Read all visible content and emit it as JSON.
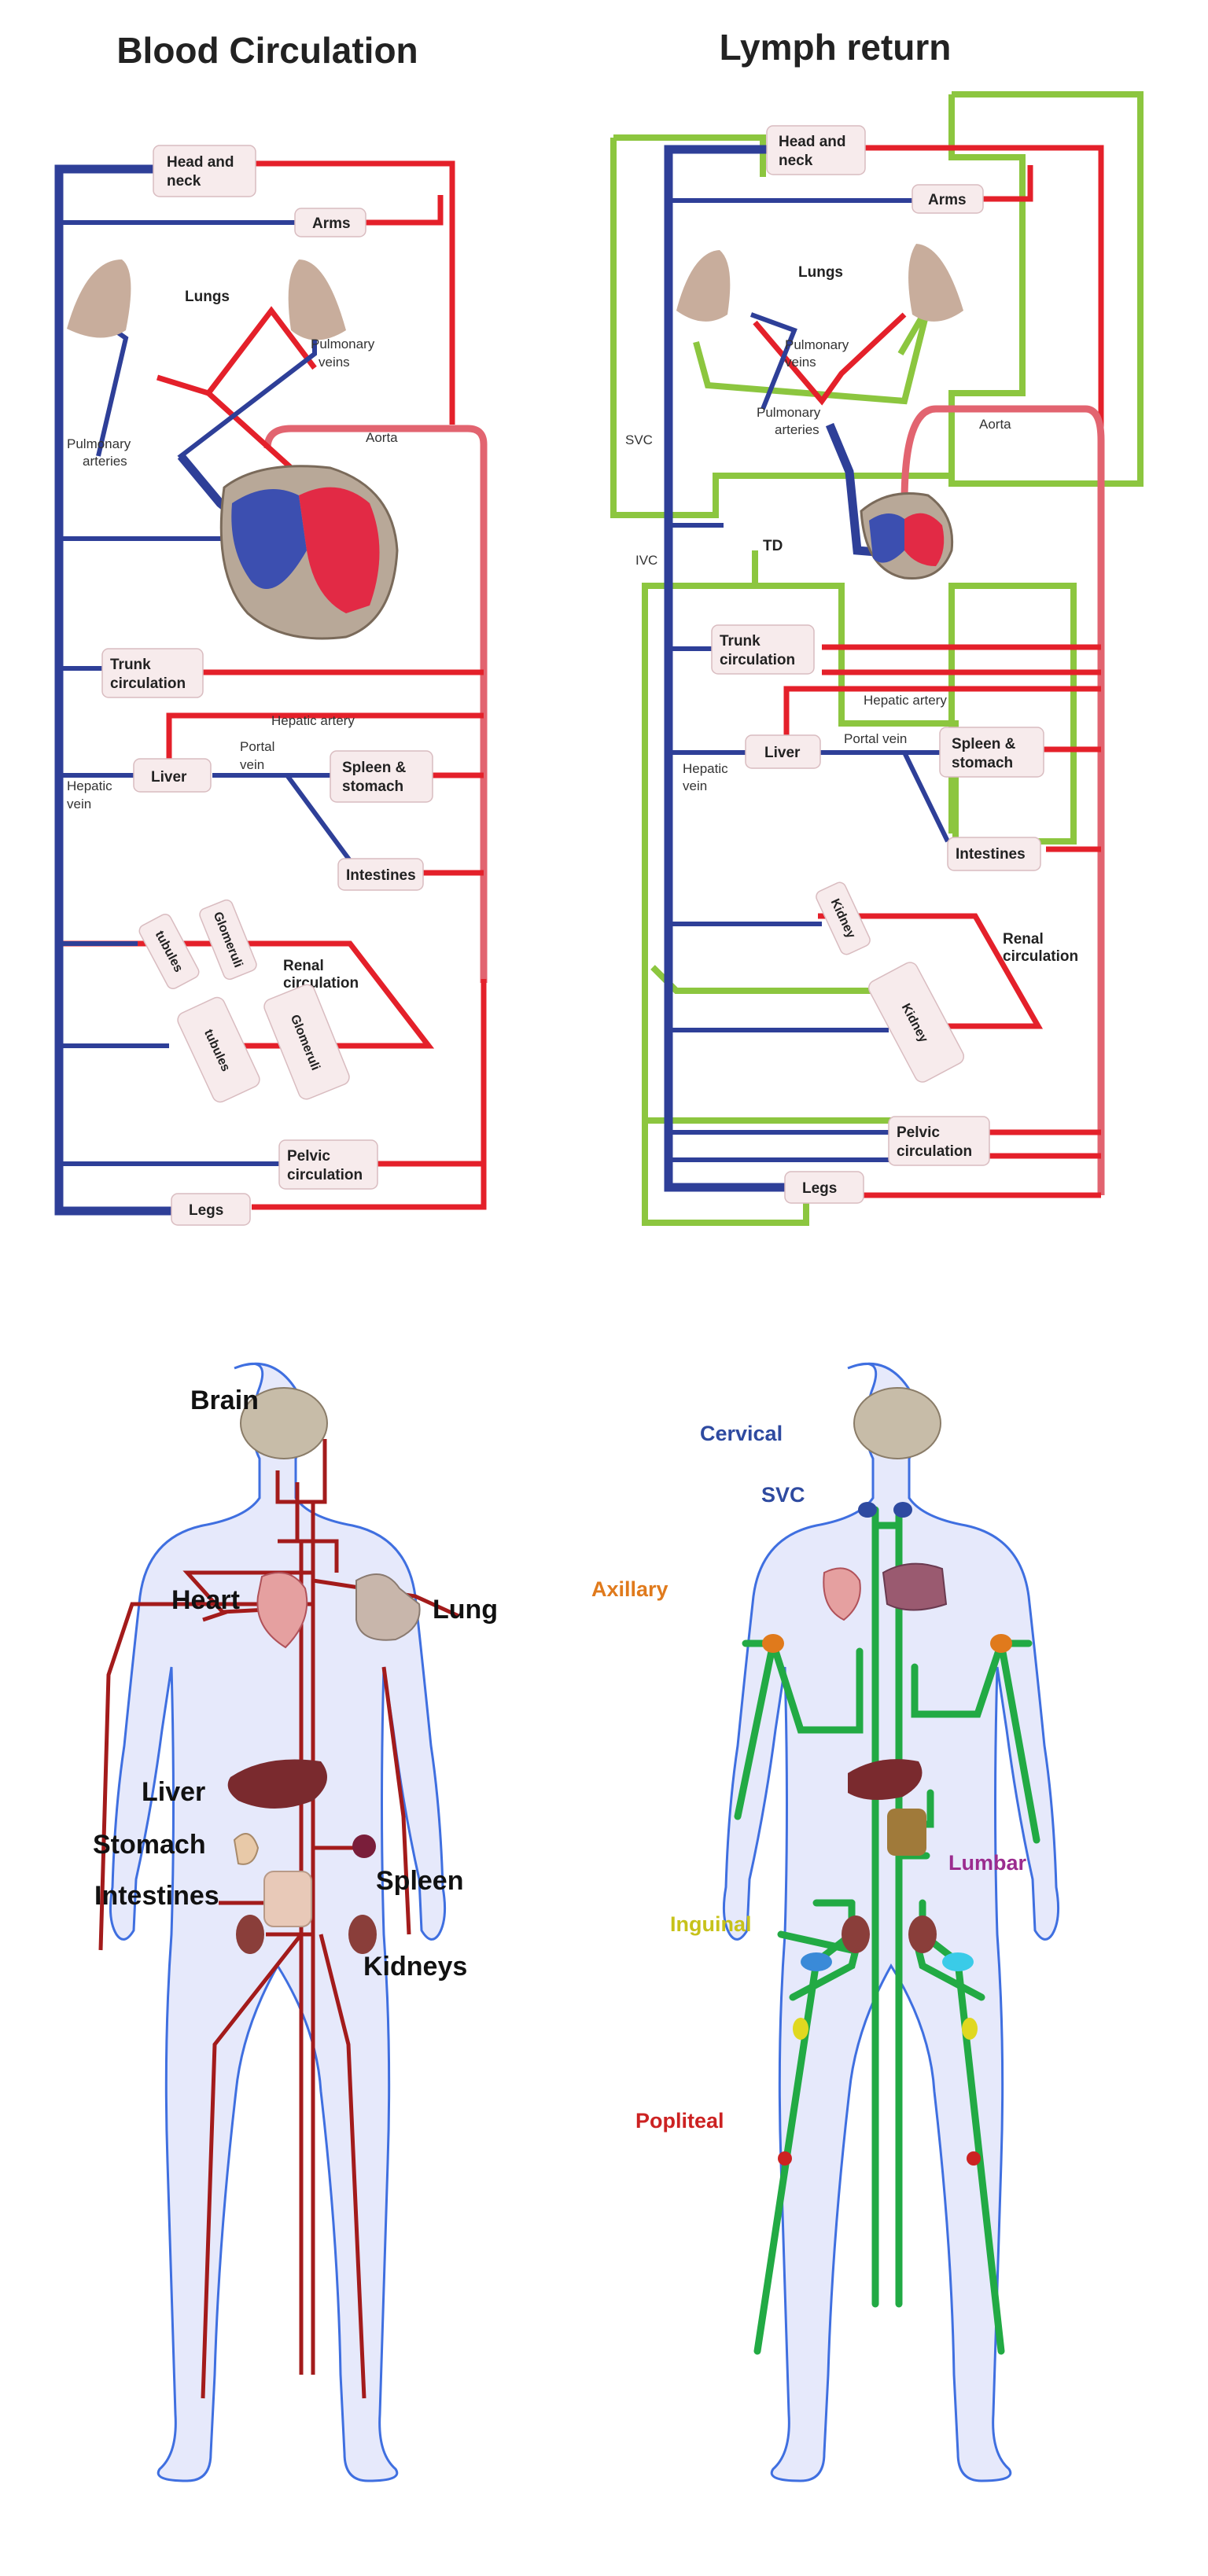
{
  "titles": {
    "blood": "Blood Circulation",
    "lymph": "Lymph return"
  },
  "blood_diagram": {
    "head_neck": [
      "Head and",
      "neck"
    ],
    "arms": "Arms",
    "lungs": "Lungs",
    "pulmonary_veins": [
      "Pulmonary",
      "veins"
    ],
    "pulmonary_arteries": [
      "Pulmonary",
      "arteries"
    ],
    "aorta": "Aorta",
    "trunk": [
      "Trunk",
      "circulation"
    ],
    "hepatic_artery": "Hepatic artery",
    "portal_vein": [
      "Portal",
      "vein"
    ],
    "liver": "Liver",
    "spleen_stomach": [
      "Spleen &",
      "stomach"
    ],
    "hepatic_vein": [
      "Hepatic",
      "vein"
    ],
    "intestines": "Intestines",
    "tubules_small": "tubules",
    "glomeruli_small": "Glomeruli",
    "renal": [
      "Renal",
      "circulation"
    ],
    "tubules": "tubules",
    "glomeruli": "Glomeruli",
    "pelvic": [
      "Pelvic",
      "circulation"
    ],
    "legs": "Legs"
  },
  "lymph_diagram": {
    "head_neck": [
      "Head and",
      "neck"
    ],
    "arms": "Arms",
    "lungs": "Lungs",
    "pulmonary_veins": [
      "Pulmonary",
      "veins"
    ],
    "pulmonary_arteries": [
      "Pulmonary",
      "arteries"
    ],
    "svc": "SVC",
    "aorta": "Aorta",
    "td": "TD",
    "ivc": "IVC",
    "trunk": [
      "Trunk",
      "circulation"
    ],
    "hepatic_artery": "Hepatic artery",
    "portal_vein": "Portal vein",
    "liver": "Liver",
    "spleen_stomach": [
      "Spleen &",
      "stomach"
    ],
    "hepatic_vein": [
      "Hepatic",
      "vein"
    ],
    "intestines": "Intestines",
    "kidney_small": "Kidney",
    "renal": [
      "Renal",
      "circulation"
    ],
    "kidney": "Kidney",
    "pelvic": [
      "Pelvic",
      "circulation"
    ],
    "legs": "Legs"
  },
  "body_blood": {
    "brain": "Brain",
    "heart": "Heart",
    "lung": "Lung",
    "liver": "Liver",
    "stomach": "Stomach",
    "spleen": "Spleen",
    "intestines": "Intestines",
    "kidneys": "Kidneys"
  },
  "body_lymph": {
    "cervical": "Cervical",
    "svc": "SVC",
    "axillary": "Axillary",
    "lumbar": "Lumbar",
    "inguinal": "Inguinal",
    "popliteal": "Popliteal"
  },
  "colors": {
    "vein": "#2e3f98",
    "artery": "#e4202a",
    "lymph_vessel": "#8cc63f",
    "body_artery": "#a31b1b",
    "body_lymph": "#22aa44",
    "cervical": "#2e4aa0",
    "axillary": "#e07a1c",
    "lumbar": "#9b2c8f",
    "inguinal": "#c7c21a",
    "popliteal": "#cc2222"
  }
}
